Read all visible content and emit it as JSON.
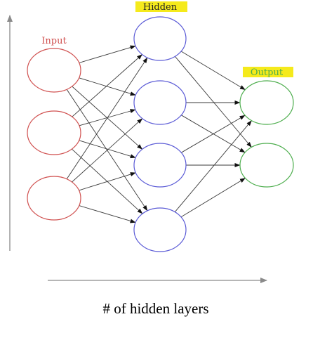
{
  "layers": {
    "input": {
      "label": "Input",
      "color": "#d0504f",
      "node_count": 3
    },
    "hidden": {
      "label": "Hidden",
      "color": "#5b5bd6",
      "node_count": 4,
      "label_highlight": "#f5ea1c"
    },
    "output": {
      "label": "Output",
      "color": "#4eae4e",
      "node_count": 2,
      "label_highlight": "#f5ea1c"
    }
  },
  "connectivity": "fully-connected",
  "x_axis": {
    "label": "# of hidden layers",
    "arrow_color": "#8a8a8a"
  },
  "y_axis": {
    "arrow_color": "#8a8a8a"
  },
  "edge_color": "#3a3a3a"
}
